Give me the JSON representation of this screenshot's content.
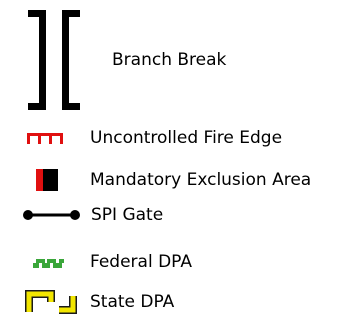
{
  "legend": {
    "items": [
      {
        "id": "branch-break",
        "label": "Branch Break",
        "icon": "branch-break-icon",
        "color": "#000000"
      },
      {
        "id": "uncontrolled-fire-edge",
        "label": "Uncontrolled Fire Edge",
        "icon": "uncontrolled-fire-edge-icon",
        "color": "#e01010"
      },
      {
        "id": "mandatory-exclusion-area",
        "label": "Mandatory Exclusion Area",
        "icon": "mandatory-exclusion-area-icon",
        "colors": [
          "#e01010",
          "#000000"
        ]
      },
      {
        "id": "spi-gate",
        "label": "SPI Gate",
        "icon": "spi-gate-icon",
        "color": "#000000"
      },
      {
        "id": "federal-dpa",
        "label": "Federal DPA",
        "icon": "federal-dpa-icon",
        "color": "#3aa63a"
      },
      {
        "id": "state-dpa",
        "label": "State DPA",
        "icon": "state-dpa-icon",
        "color": "#f2e600"
      }
    ]
  }
}
